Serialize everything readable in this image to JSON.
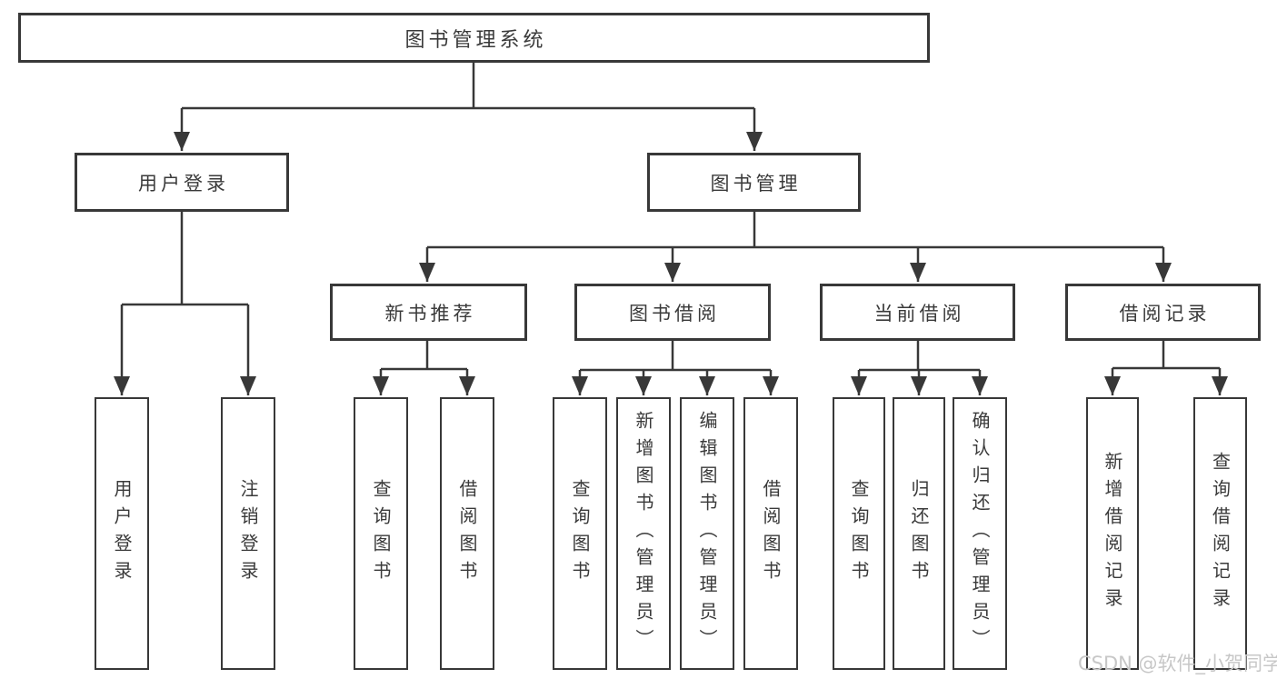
{
  "diagram_title": "图书管理系统",
  "watermark": "CSDN @软件_小贺同学",
  "colors": {
    "line": "#383838",
    "text": "#3a3a3a",
    "watermark": "#c7c7c7",
    "background": "#ffffff"
  },
  "tree": {
    "root": {
      "label": "图书管理系统"
    },
    "children": [
      {
        "label": "用户登录",
        "leaves": [
          "用户登录",
          "注销登录"
        ]
      },
      {
        "label": "图书管理",
        "children": [
          {
            "label": "新书推荐",
            "leaves": [
              "查询图书",
              "借阅图书"
            ]
          },
          {
            "label": "图书借阅",
            "leaves": [
              "查询图书",
              "新增图书（管理员）",
              "编辑图书（管理员）",
              "借阅图书"
            ]
          },
          {
            "label": "当前借阅",
            "leaves": [
              "查询图书",
              "归还图书",
              "确认归还（管理员）"
            ]
          },
          {
            "label": "借阅记录",
            "leaves": [
              "新增借阅记录",
              "查询借阅记录"
            ]
          }
        ]
      }
    ]
  }
}
